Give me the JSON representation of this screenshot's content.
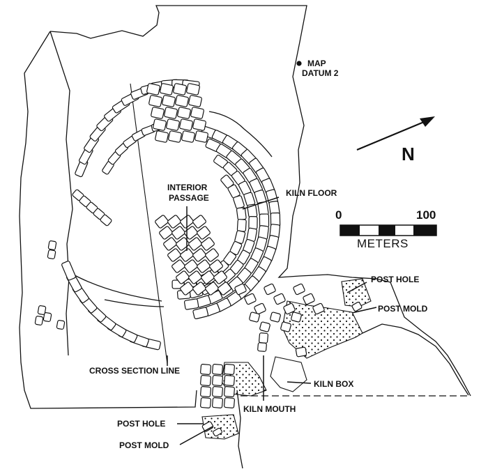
{
  "map": {
    "north": {
      "label": "N"
    },
    "datum": {
      "line1": "MAP",
      "line2": "DATUM 2"
    },
    "scale": {
      "min_label": "0",
      "max_label": "100",
      "unit": "METERS"
    },
    "labels": {
      "interior_passage_1": "INTERIOR",
      "interior_passage_2": "PASSAGE",
      "kiln_floor": "KILN FLOOR",
      "post_hole_upper": "POST HOLE",
      "post_mold_upper": "POST MOLD",
      "cross_section_line": "CROSS SECTION LINE",
      "kiln_box": "KILN BOX",
      "kiln_mouth": "KILN MOUTH",
      "post_hole_lower": "POST HOLE",
      "post_mold_lower": "POST MOLD"
    },
    "colors": {
      "ink": "#111111",
      "paper": "#ffffff"
    }
  }
}
